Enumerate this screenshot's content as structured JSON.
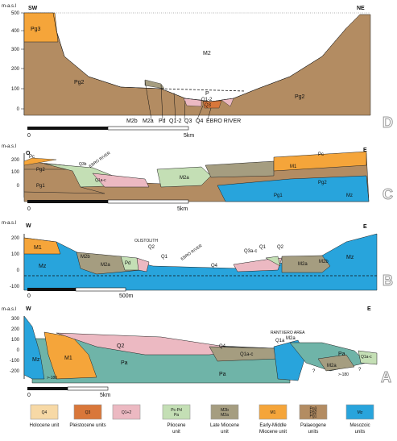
{
  "panel_d": {
    "letter": "D",
    "y_unit": "m-a.s.l",
    "ticks": [
      "500",
      "400",
      "300",
      "200",
      "100",
      "0"
    ],
    "dir_left": "SW",
    "dir_right": "NE",
    "units": {
      "pg3": "Pg3",
      "pg2_left": "Pg2",
      "m2": "M2",
      "pg2_right": "Pg2",
      "p": "P",
      "q1_2": "Q1-2",
      "q3": "Q3"
    },
    "callouts": [
      "M2b",
      "M2a",
      "Pd",
      "Q1-2",
      "Q3",
      "Q4",
      "EBRO RIVER"
    ],
    "scale_end": "0",
    "scale_label": "5km"
  },
  "panel_c": {
    "letter": "C",
    "y_unit": "m-a.s.l",
    "ticks": [
      "200",
      "100",
      "0"
    ],
    "dir_left": "O",
    "dir_right": "E",
    "units": {
      "pc_left": "Pc",
      "pg2_left": "Pg2",
      "pg1_left": "Pg1",
      "q3b": "Q3b",
      "q1a_c": "Q1a-c",
      "m2a": "M2a",
      "pc_right": "Pc",
      "m1": "M1",
      "pg2_right": "Pg2",
      "pg1_right": "Pg1",
      "mz": "Mz"
    },
    "river": "EBRO RIVER",
    "scale_end": "0",
    "scale_label": "5km"
  },
  "panel_b": {
    "letter": "B",
    "y_unit": "m-a.s.l",
    "ticks": [
      "200",
      "100",
      "0",
      "-100"
    ],
    "dir_left": "W",
    "dir_right": "E",
    "units": {
      "m1": "M1",
      "mz_left": "Mz",
      "m2b_left": "M2b",
      "m2a_left": "M2a",
      "pd": "Pd",
      "q2_left": "Q2",
      "q1_left": "Q1",
      "olisto": "OLISTOLITH",
      "q4": "Q4",
      "q3a_c": "Q3a-c",
      "q1_right": "Q1",
      "q2_right": "Q2",
      "m2a_right": "M2a",
      "m2b_right": "M2b",
      "mz_right": "Mz"
    },
    "river": "EBRO RIVER",
    "scale_end": "0",
    "scale_label": "500m"
  },
  "panel_a": {
    "letter": "A",
    "y_unit": "m-a.s.l",
    "ticks": [
      "300",
      "200",
      "100",
      "0",
      "-100",
      "-200"
    ],
    "dir_left": "W",
    "dir_right": "E",
    "units": {
      "mz": "Mz",
      "m1": "M1",
      "q2": "Q2",
      "pa_left": "Pa",
      "q4": "Q4",
      "q1a_c": "Q1a-c",
      "pa_mid": "Pa",
      "area": "RANTXERO AREA",
      "q1a": "Q1a",
      "m2a": "M2a",
      "pa_right": "Pa",
      "m2a_low": "M2a",
      "q1a_c_right": "Q1a-c",
      "depth_left": ">-180",
      "depth_right": ">-180",
      "q_mark_1": "?",
      "q_mark_2": "?"
    },
    "scale_end": "0",
    "scale_label": "5km"
  },
  "legend": [
    {
      "key": "q4",
      "color": "#f7d9a6",
      "box": [
        "Q4"
      ],
      "label": [
        "Holocene unit"
      ]
    },
    {
      "key": "q3",
      "color": "#d9773a",
      "box": [
        "Q3"
      ],
      "label": [
        "Pleistocene units"
      ]
    },
    {
      "key": "q12",
      "color": "#ecb9c2",
      "box": [
        "Q1+2"
      ],
      "label": []
    },
    {
      "key": "pc",
      "color": "#c4dfb5",
      "box": [
        "Pc-Pd",
        "Pa"
      ],
      "label": [
        "Pliocene",
        "unit"
      ]
    },
    {
      "key": "m2",
      "color": "#a59d80",
      "box": [
        "M2b",
        "M2a"
      ],
      "label": [
        "Late Miocene",
        "unit"
      ]
    },
    {
      "key": "m1",
      "color": "#f5a53a",
      "box": [
        "M1"
      ],
      "label": [
        "Early-Middle",
        "Miocene unit"
      ]
    },
    {
      "key": "pg",
      "color": "#b38c62",
      "box": [
        "Pg3",
        "Pg2",
        "Pg1"
      ],
      "label": [
        "Palaeogene",
        "units"
      ]
    },
    {
      "key": "mz",
      "color": "#28a4dc",
      "box": [
        "Mz"
      ],
      "label": [
        "Mesozoic",
        "units"
      ]
    }
  ],
  "colors": {
    "mz": "#28a4dc",
    "m1": "#f5a53a",
    "m2": "#a59d80",
    "pg": "#b38c62",
    "pa": "#6fb4a8",
    "pc": "#c4dfb5",
    "q12": "#ecb9c2",
    "q3": "#d9773a",
    "q4": "#f7d9a6"
  }
}
